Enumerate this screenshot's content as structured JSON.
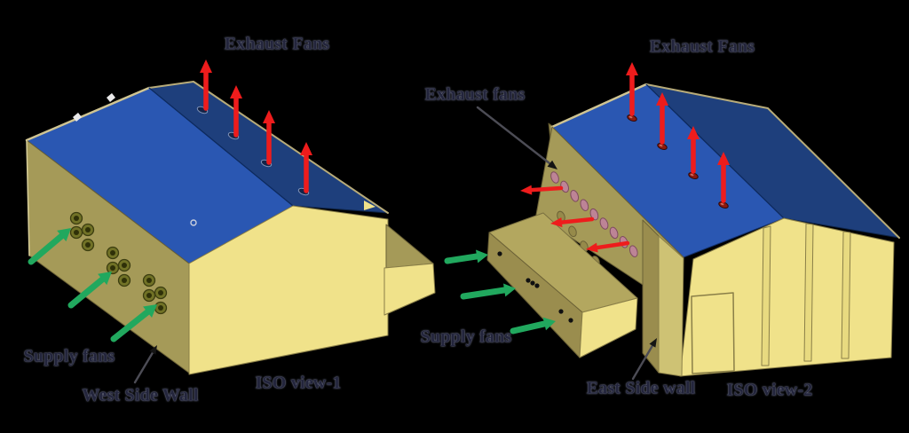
{
  "background": "#000000",
  "colors": {
    "roof_light_blue": "#2a57b2",
    "roof_dark_blue": "#1e3f7c",
    "wall_light_yellow": "#f0e28a",
    "wall_olive": "#a59a58",
    "wall_olive_dark": "#9a8d4e",
    "annex_roof_olive": "#b3a75f",
    "roof_trim": "#b7ab79",
    "exhaust_arrow_red": "#ee1c1c",
    "supply_arrow_green": "#21a85e",
    "leader_arrow_gray": "#4c4c55",
    "roof_vent_dark_red": "#8b1a10",
    "wall_vent_pink": "#bd8496",
    "label_text": "#23253c"
  },
  "left_view": {
    "title": "ISO view-1",
    "exhaust_label": "Exhaust Fans",
    "supply_label": "Supply fans",
    "wall_label": "West Side Wall",
    "roof_exhaust_fans": 4,
    "supply_fan_clusters": 3,
    "fans_per_cluster": 4,
    "supply_arrows": 3
  },
  "right_view": {
    "title": "ISO view-2",
    "exhaust_label_top": "Exhaust Fans",
    "exhaust_label_side": "Exhaust fans",
    "supply_label": "Supply fans",
    "wall_label": "East Side wall",
    "roof_exhaust_fans": 4,
    "side_exhaust_arrows": 3,
    "supply_arrows": 3,
    "side_wall_vent_rows": 2
  }
}
